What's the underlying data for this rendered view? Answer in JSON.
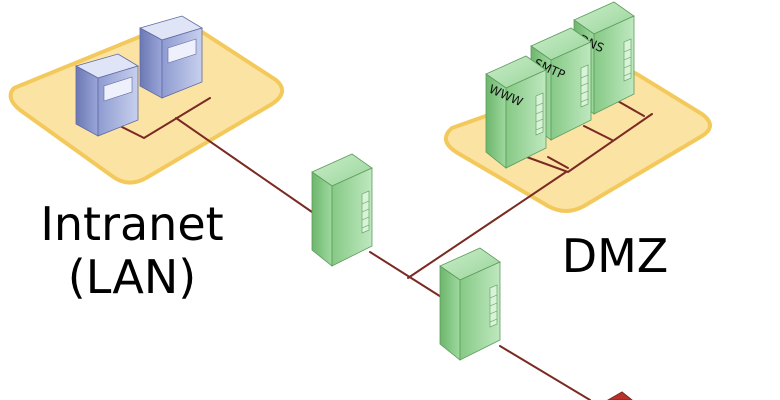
{
  "zones": {
    "lan": {
      "line1": "Intranet",
      "line2": "(LAN)"
    },
    "dmz": {
      "label": "DMZ"
    }
  },
  "dmz_servers": [
    {
      "label": "WWW"
    },
    {
      "label": "SMTP"
    },
    {
      "label": "DNS"
    }
  ],
  "colors": {
    "zone_fill": "#fbe3a4",
    "zone_stroke": "#f4c95c",
    "cable": "#7a2a22",
    "server_green": "#8fcf8f",
    "workstation_blue": "#a6b4dd"
  }
}
